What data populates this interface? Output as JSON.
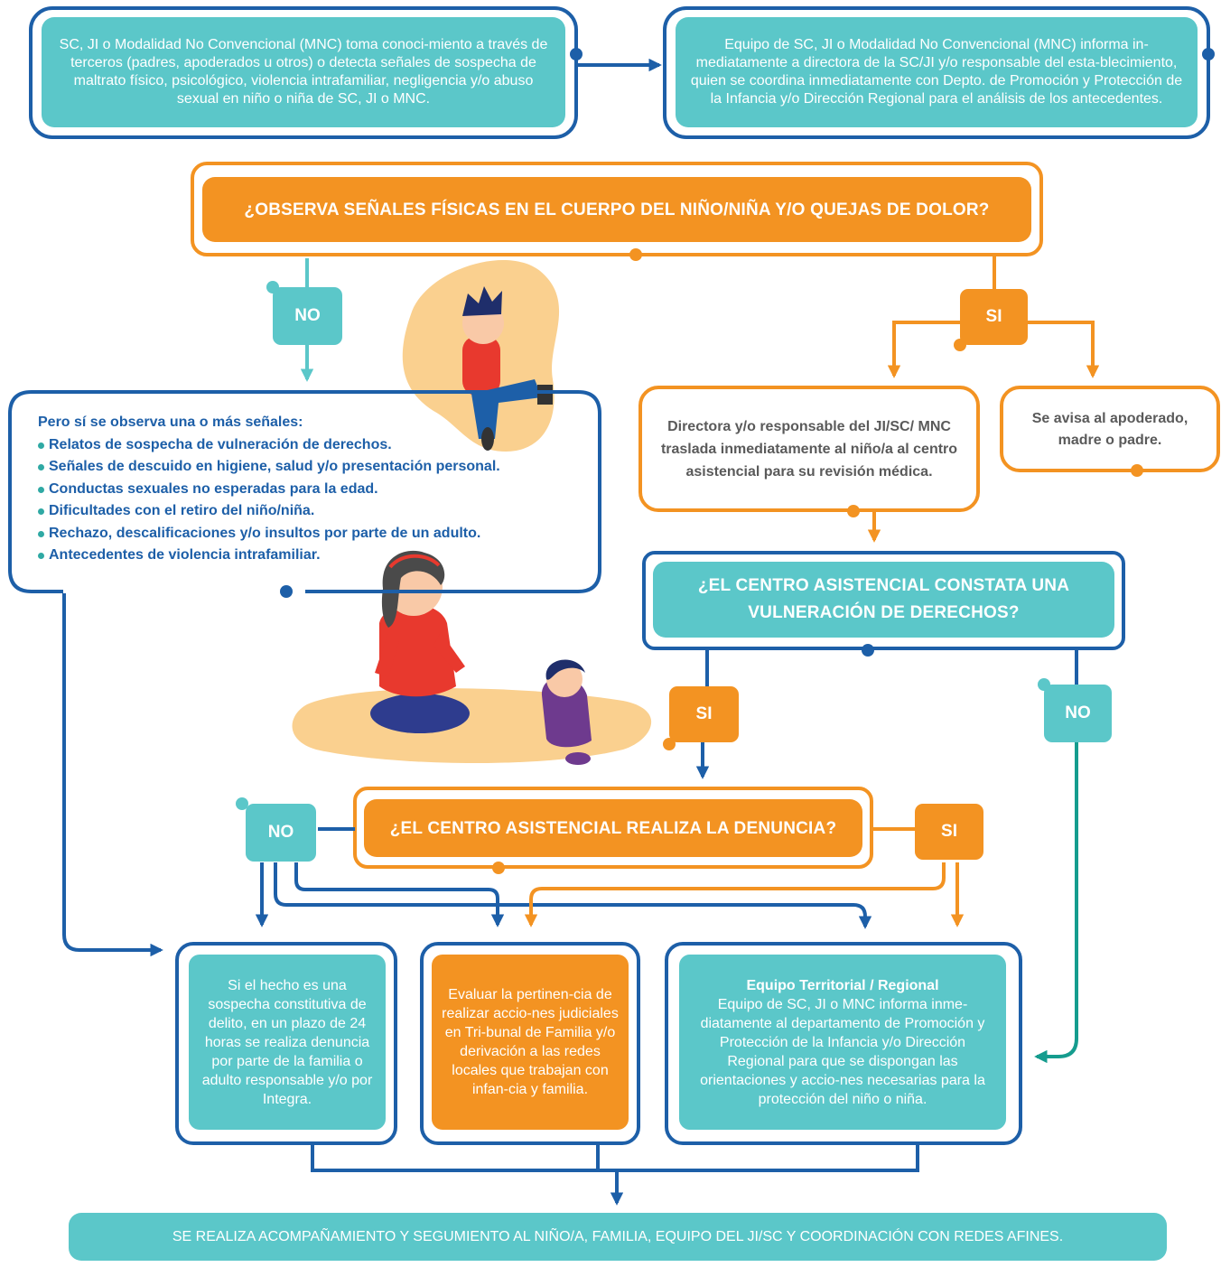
{
  "intro_box": {
    "text": "SC, JI o Modalidad No Convencional (MNC) toma conoci-miento a través de terceros (padres, apoderados u otros) o detecta señales de sospecha de maltrato físico, psicológico, violencia intrafamiliar, negligencia y/o abuso sexual en niño o niña de SC, JI o MNC."
  },
  "inform_box": {
    "text": "Equipo de SC, JI o Modalidad No Convencional (MNC) informa in-mediatamente a directora de la SC/JI y/o responsable del esta-blecimiento, quien se coordina inmediatamente con Depto. de Promoción y Protección de la Infancia y/o Dirección Regional para el análisis de los antecedentes."
  },
  "question_physical": {
    "text": "¿OBSERVA SEÑALES FÍSICAS EN EL CUERPO DEL NIÑO/NIÑA Y/O QUEJAS DE DOLOR?"
  },
  "labels": {
    "no_1": "NO",
    "si_1": "SI",
    "si_2": "SI",
    "no_2": "NO",
    "no_3": "NO",
    "si_3": "SI"
  },
  "signals_box": {
    "heading": "Pero sí se observa una o más señales:",
    "items": [
      "Relatos de sospecha de vulneración de derechos.",
      "Señales de descuido en higiene, salud y/o presentación personal.",
      "Conductas sexuales no esperadas para la edad.",
      "Dificultades con el retiro del niño/niña.",
      "Rechazo, descalificaciones y/o insultos por parte de un adulto.",
      "Antecedentes de violencia intrafamiliar."
    ]
  },
  "director_box": {
    "text": "Directora y/o responsable del JI/SC/ MNC traslada inmediatamente al niño/a al centro asistencial para su revisión médica."
  },
  "notify_box": {
    "text": "Se avisa al apoderado, madre o padre."
  },
  "question_center": {
    "text": "¿EL CENTRO ASISTENCIAL CONSTATA UNA VULNERACIÓN DE DERECHOS?"
  },
  "question_denuncia": {
    "text": "¿EL CENTRO ASISTENCIAL REALIZA LA DENUNCIA?"
  },
  "outcome_denuncia": {
    "text": "Si el hecho es una sospecha constitutiva de delito, en un plazo de 24 horas se realiza denuncia por parte de la familia o adulto responsable y/o por Integra."
  },
  "outcome_evaluar": {
    "text": "Evaluar la pertinen-cia de realizar accio-nes judiciales en Tri-bunal de Familia y/o derivación a las redes locales que trabajan con infan-cia y familia."
  },
  "outcome_equipo": {
    "title": "Equipo Territorial / Regional",
    "text": "Equipo de SC, JI o MNC informa inme-diatamente al departamento de Promoción y Protección de la Infancia y/o Dirección Regional para que se dispongan las orientaciones y accio-nes necesarias para la protección del niño o niña."
  },
  "footer": {
    "text": "SE REALIZA ACOMPAÑAMIENTO Y SEGUMIENTO AL NIÑO/A, FAMILIA, EQUIPO DEL JI/SC Y COORDINACIÓN CON REDES AFINES."
  },
  "colors": {
    "blue": "#1D5FA8",
    "orange": "#F39322",
    "teal": "#5BC7C9",
    "text_gray": "#5a5a5a"
  }
}
